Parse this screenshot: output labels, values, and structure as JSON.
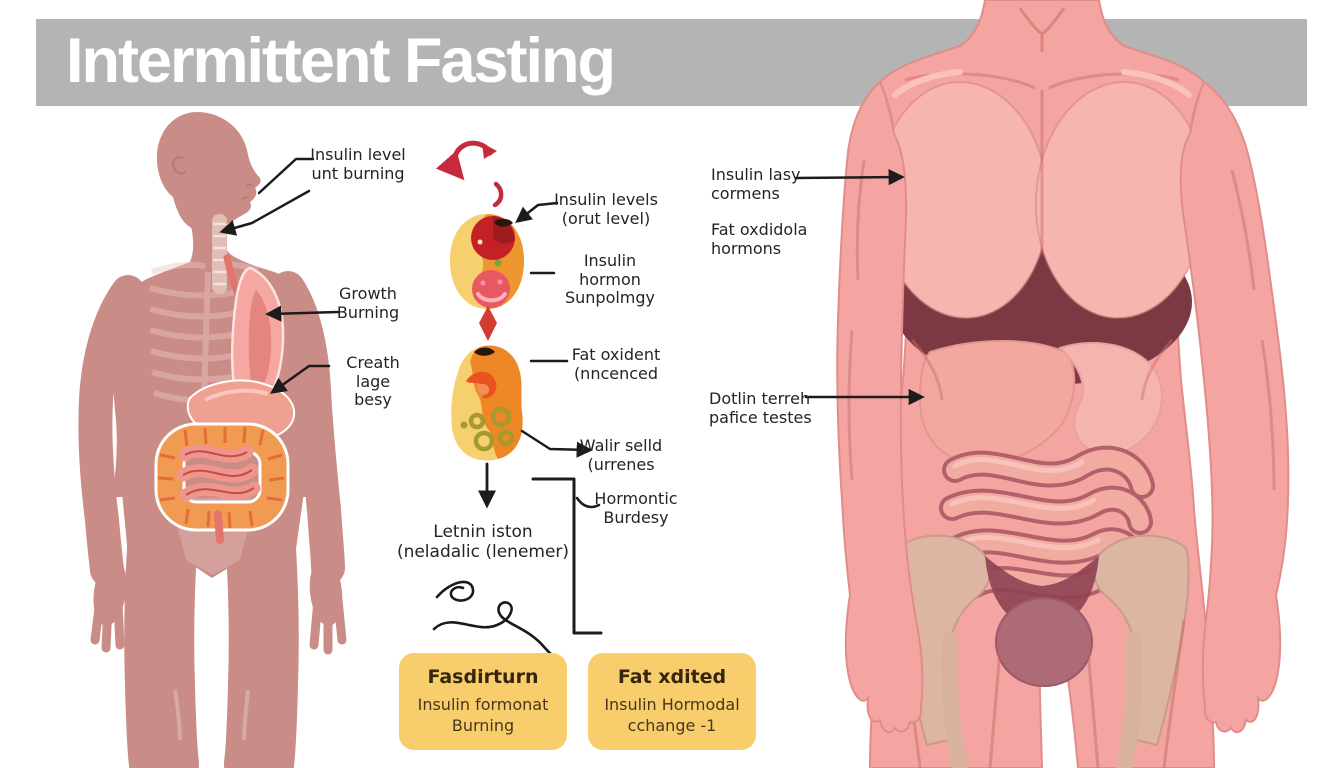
{
  "title": "Intermittent Fasting",
  "left": {
    "labels": [
      {
        "line1": "Insulin level",
        "line2": "unt burning"
      },
      {
        "line1": "Growth",
        "line2": "Burning"
      },
      {
        "line1": "Creath lage",
        "line2": "besy"
      }
    ]
  },
  "middle": {
    "labels": [
      {
        "line1": "Insulin levels",
        "line2": "(orut level)"
      },
      {
        "line1": "Insulin hormon",
        "line2": "Sunpolmgy"
      },
      {
        "line1": "Fat oxident",
        "line2": "(nncenced"
      },
      {
        "line1": "Walir selld",
        "line2": "(urrenes"
      },
      {
        "line1": "Hormontic",
        "line2": "Burdesy"
      },
      {
        "line1": "Letnin iston",
        "line2": "(neladalic (lenemer)"
      }
    ],
    "boxes": [
      {
        "title": "Fasdirturn",
        "line1": "Insulin formonat",
        "line2": "Burning"
      },
      {
        "title": "Fat xdited",
        "line1": "Insulin Hormodal",
        "line2": "cchange -1"
      }
    ]
  },
  "right": {
    "labels": [
      {
        "line1": "Insulin lasy",
        "line2": "cormens"
      },
      {
        "line1": "Fat oxdidola",
        "line2": "hormons"
      },
      {
        "line1": "Dotlin terreh",
        "line2": "pafice testes"
      }
    ]
  },
  "colors": {
    "banner": "#b4b4b4",
    "title_text": "#ffffff",
    "box_bg": "#f8ce6d",
    "left_body": "#ca8c86",
    "right_body": "#f4a5a2",
    "accent_red": "#c62b3d",
    "egg_yellow": "#f6cf6e",
    "egg_orange": "#ee9630",
    "label_text": "#242424"
  }
}
